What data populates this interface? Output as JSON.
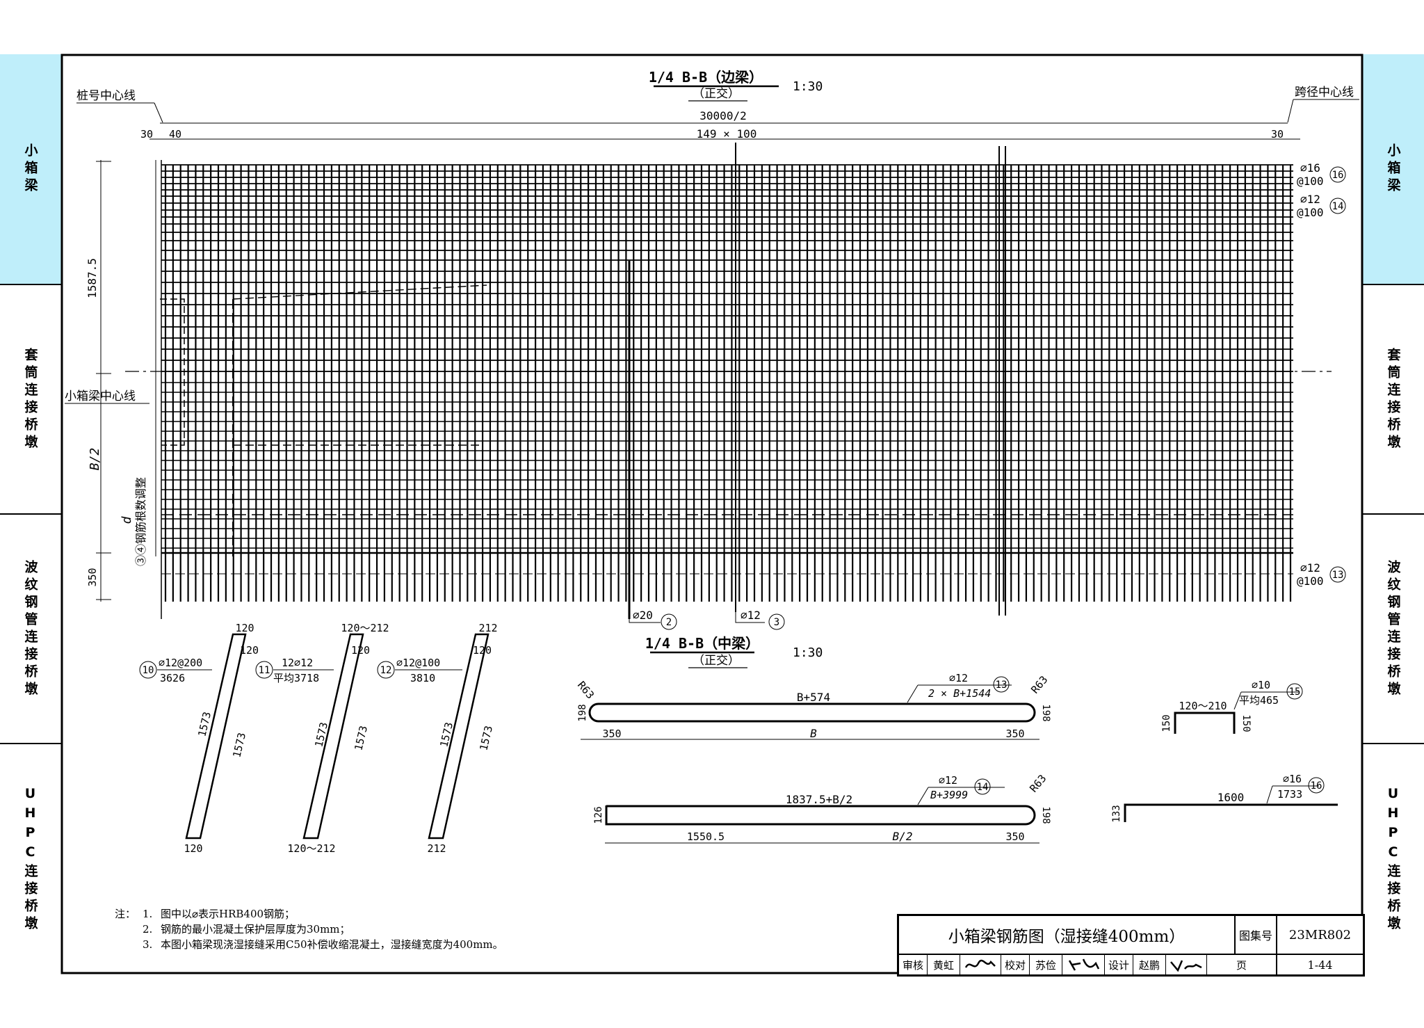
{
  "side_tabs": {
    "left": [
      "小箱梁",
      "套筒连接桥墩",
      "波纹钢管连接桥墩",
      "UHPC连接桥墩"
    ],
    "right": [
      "小箱梁",
      "套筒连接桥墩",
      "波纹钢管连接桥墩",
      "UHPC连接桥墩"
    ],
    "active_index": 0,
    "active_color": "#bfeefa"
  },
  "view1": {
    "title": "1/4 B-B（边梁）",
    "subtitle": "（正交）",
    "scale": "1:30",
    "left_line": "桩号中心线",
    "right_line": "跨径中心线",
    "center_line": "小箱梁中心线",
    "dim_total": "30000/2",
    "dim_30_left": "30",
    "dim_40": "40",
    "dim_spacing": "149 × 100",
    "dim_30_right": "30",
    "dim_1587": "1587.5",
    "dim_b2": "B/2",
    "dim_d": "d",
    "dim_350": "350",
    "vertical_note": "③④钢筋根数调整",
    "bar16": {
      "spec": "⌀16",
      "spacing": "@100",
      "num": "16"
    },
    "bar14": {
      "spec": "⌀12",
      "spacing": "@100",
      "num": "14"
    },
    "bar13": {
      "spec": "⌀12",
      "spacing": "@100",
      "num": "13"
    },
    "bar2": {
      "spec": "⌀20",
      "num": "2"
    },
    "bar3": {
      "spec": "⌀12",
      "num": "3"
    }
  },
  "view2": {
    "title": "1/4 B-B（中梁）",
    "subtitle": "（正交）",
    "scale": "1:30"
  },
  "bar_details": {
    "b10": {
      "num": "10",
      "spec": "⌀12@200",
      "length": "3626",
      "top": "120",
      "top_in": "120",
      "side": "1573",
      "bottom": "120"
    },
    "b11": {
      "num": "11",
      "spec": "12⌀12",
      "length": "平均3718",
      "top": "120～212",
      "top_in": "120",
      "side": "1573",
      "bottom": "120～212"
    },
    "b12": {
      "num": "12",
      "spec": "⌀12@100",
      "length": "3810",
      "top": "212",
      "top_in": "120",
      "side": "1573",
      "bottom": "212"
    },
    "b13": {
      "num": "13",
      "spec": "⌀12",
      "length": "2 × B+1544",
      "radius": "R63",
      "upper": "B+574",
      "height": "198",
      "seg1": "350",
      "seg2": "B",
      "seg3": "350"
    },
    "b14": {
      "num": "14",
      "spec": "⌀12",
      "length": "B+3999",
      "radius": "R63",
      "upper": "1837.5+B/2",
      "height_left": "126",
      "height_right": "198",
      "seg1": "1550.5",
      "seg2": "B/2",
      "seg3": "350"
    },
    "b15": {
      "num": "15",
      "spec": "⌀10",
      "length": "平均465",
      "width": "120～210",
      "height_left": "150",
      "height_right": "150"
    },
    "b16": {
      "num": "16",
      "spec": "⌀16",
      "length": "1733",
      "span": "1600",
      "hook": "133"
    }
  },
  "notes": {
    "label": "注：",
    "items": [
      {
        "n": "1.",
        "text": "图中以⌀表示HRB400钢筋；"
      },
      {
        "n": "2.",
        "text": "钢筋的最小混凝土保护层厚度为30mm；"
      },
      {
        "n": "3.",
        "text": "本图小箱梁现浇湿接缝采用C50补偿收缩混凝土，湿接缝宽度为400mm。"
      }
    ]
  },
  "title_block": {
    "drawing_title": "小箱梁钢筋图（湿接缝400mm）",
    "atlas_label": "图集号",
    "atlas_no": "23MR802",
    "review_label": "审核",
    "review_name": "黄虹",
    "check_label": "校对",
    "check_name": "苏俭",
    "design_label": "设计",
    "design_name": "赵鹏",
    "page_label": "页",
    "page_no": "1-44"
  }
}
